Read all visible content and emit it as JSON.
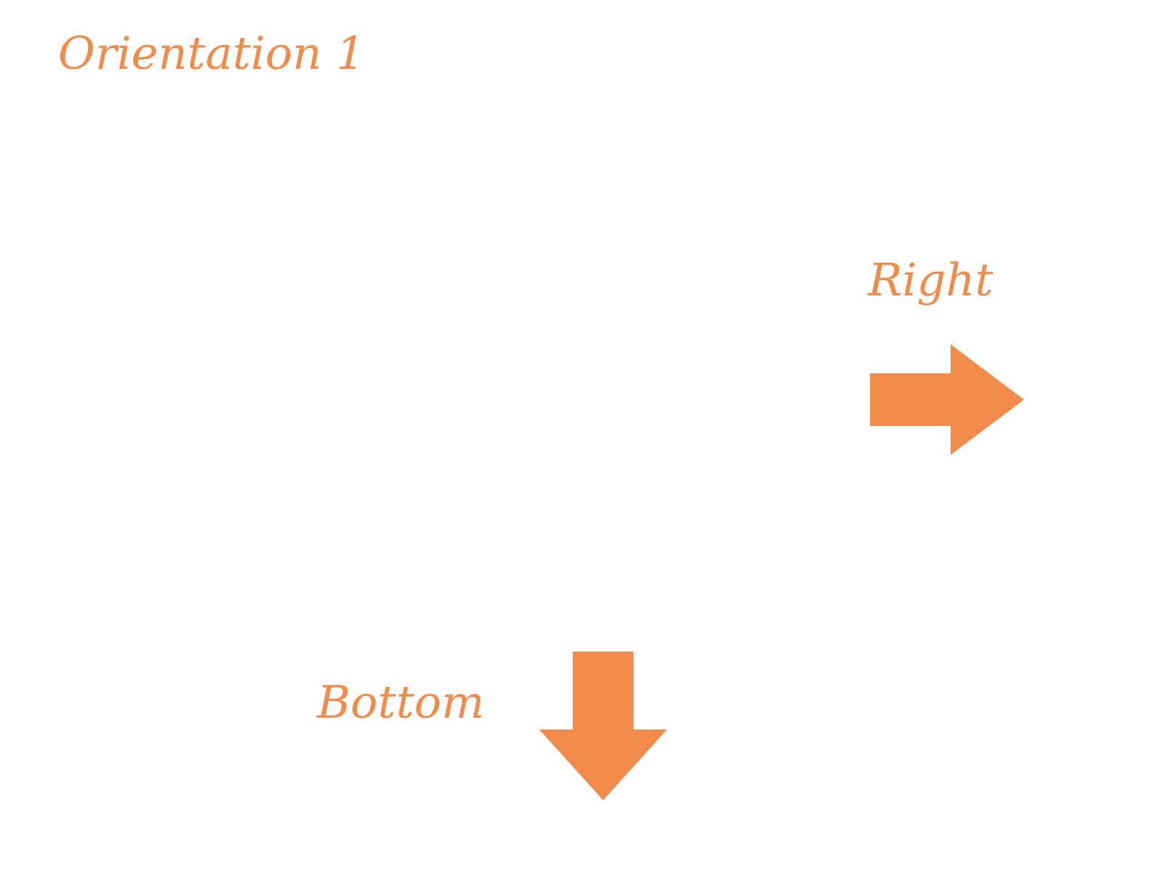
{
  "title": "Orientation 1",
  "labels": {
    "right": "Right",
    "bottom": "Bottom"
  },
  "colors": {
    "accent": "#F28B4A",
    "background": "#FFFFFF"
  },
  "icons": {
    "right": "arrow-right-icon",
    "bottom": "arrow-down-icon"
  }
}
